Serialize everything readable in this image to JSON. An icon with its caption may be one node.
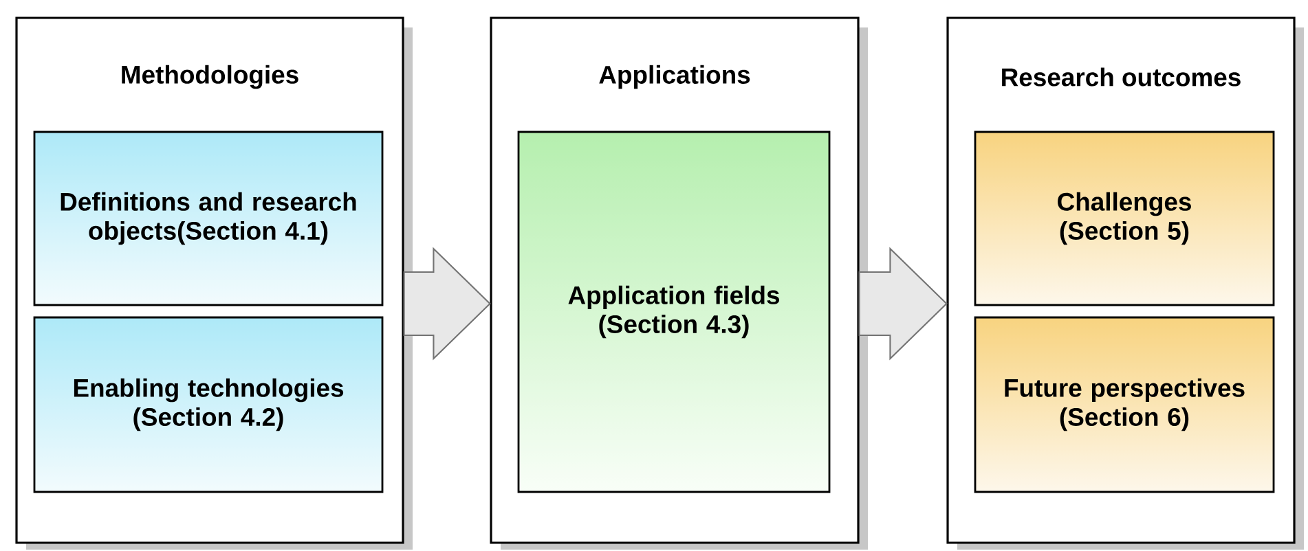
{
  "diagram": {
    "nodes": [
      {
        "text": [
          "Methodologies"
        ]
      },
      {
        "text": [
          "Definitions and research objects(Section 4.1)"
        ],
        "in": 0
      },
      {
        "text": [
          "Enabling technologies (Section 4.2)"
        ],
        "in": 0
      },
      {
        "text": [
          "Applications"
        ]
      },
      {
        "text": [
          "Application fields (Section 4.3)"
        ],
        "in": 3
      },
      {
        "text": [
          "Research outcomes"
        ]
      },
      {
        "text": [
          "Challenges (Section 5)"
        ],
        "in": 5
      },
      {
        "text": [
          "Future perspectives (Section 6)"
        ],
        "in": 5
      }
    ],
    "edges": [
      {
        "from": 0,
        "to": 3,
        "arrow": "to"
      },
      {
        "from": 3,
        "to": 5,
        "arrow": "to"
      }
    ]
  }
}
